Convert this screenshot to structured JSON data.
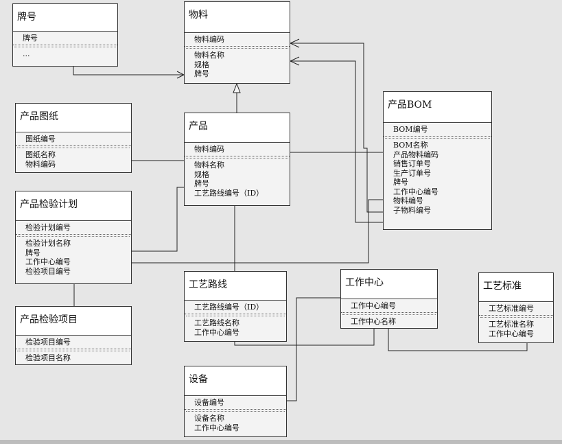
{
  "entities": {
    "paihao": {
      "title": "牌号",
      "pk": "牌号",
      "fields": [
        "..."
      ]
    },
    "wuliao": {
      "title": "物料",
      "pk": "物料编码",
      "fields": [
        "物料名称",
        "规格",
        "牌号"
      ]
    },
    "chanpin_tuzhi": {
      "title": "产品图纸",
      "pk": "图纸编号",
      "fields": [
        "图纸名称",
        "物料编码"
      ]
    },
    "chanpin": {
      "title": "产品",
      "pk": "物料编码",
      "fields": [
        "物料名称",
        "规格",
        "牌号",
        "工艺路线编号（ID）"
      ]
    },
    "chanpin_bom": {
      "title": "产品BOM",
      "pk": "BOM编号",
      "fields": [
        "BOM名称",
        "产品物料编码",
        "销售订单号",
        "生产订单号",
        "牌号",
        "工作中心编号",
        "物料编号",
        "子物料编号"
      ]
    },
    "jianyan_jihua": {
      "title": "产品检验计划",
      "pk": "检验计划编号",
      "fields": [
        "检验计划名称",
        "牌号",
        "工作中心编号",
        "检验项目编号"
      ]
    },
    "jianyan_xiangmu": {
      "title": "产品检验项目",
      "pk": "检验项目编号",
      "fields": [
        "检验项目名称"
      ]
    },
    "gongyi_luxian": {
      "title": "工艺路线",
      "pk": "工艺路线编号（ID）",
      "fields": [
        "工艺路线名称",
        "工作中心编号"
      ]
    },
    "gongzuo_zhongxin": {
      "title": "工作中心",
      "pk": "工作中心编号",
      "fields": [
        "工作中心名称"
      ]
    },
    "gongyi_biaozhun": {
      "title": "工艺标准",
      "pk": "工艺标准编号",
      "fields": [
        "工艺标准名称",
        "工作中心编号"
      ]
    },
    "shebei": {
      "title": "设备",
      "pk": "设备编号",
      "fields": [
        "设备名称",
        "工作中心编号"
      ]
    }
  },
  "colors": {
    "background": "#e6e6e6",
    "entity_body": "#f3f3f3",
    "entity_title": "#ffffff",
    "line": "#222222"
  }
}
